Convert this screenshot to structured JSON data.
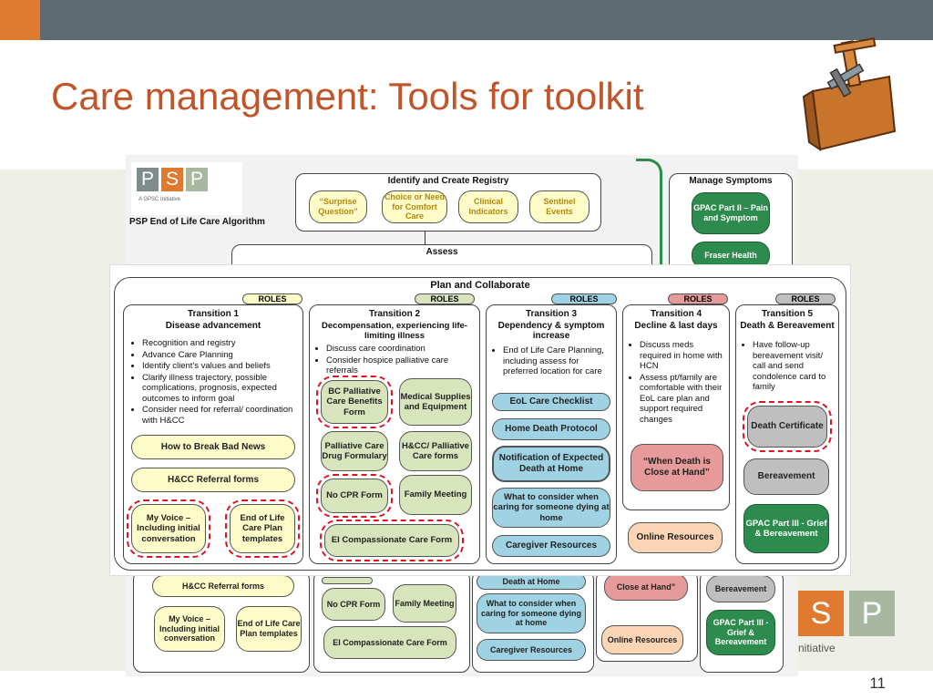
{
  "slide": {
    "title": "Care management: Tools for toolkit",
    "page_number": "11"
  },
  "colors": {
    "accent": "#e07a2f",
    "title": "#c0552a",
    "topbar": "#5f6b72",
    "dash": "#e0141e"
  },
  "logo": {
    "letters": [
      "P",
      "S",
      "P"
    ],
    "tagline": "A GPSC Initiative",
    "algorithm_title": "PSP End of Life Care Algorithm",
    "partial_text": "nitiative"
  },
  "background_diagram": {
    "identify_title": "Identify and Create Registry",
    "identify_items": [
      "“Surprise Question”",
      "Choice or Need for Comfort Care",
      "Clinical Indicators",
      "Sentinel Events"
    ],
    "assess_title": "Assess",
    "manage_title": "Manage Symptoms",
    "manage_items": [
      "GPAC Part II – Pain and Symptom",
      "Fraser Health"
    ],
    "bottom": {
      "hcc": "H&CC Referral forms",
      "voice": "My Voice – Including initial conversation",
      "templates": "End of Life Care Plan templates",
      "nocpr": "No CPR Form",
      "family": "Family Meeting",
      "ei": "EI Compassionate Care Form",
      "death_home": "Death at Home",
      "consider": "What to consider when caring for someone dying at home",
      "caregiver": "Caregiver Resources",
      "close": "Close at Hand”",
      "online": "Online Resources",
      "bereavement": "Bereavement",
      "gpac3": "GPAC Part III - Grief & Bereavement"
    }
  },
  "plan": {
    "title": "Plan and Collaborate",
    "roles_label": "ROLES",
    "t1": {
      "title": "Transition 1",
      "subtitle": "Disease advancement",
      "bullets": [
        "Recognition and registry",
        "Advance Care Planning",
        "Identify client's values and beliefs",
        "Clarify illness trajectory, possible complications, prognosis, expected outcomes to inform goal",
        "Consider need for referral/ coordination with H&CC"
      ],
      "tools": {
        "bad_news": "How to Break Bad News",
        "hcc": "H&CC Referral forms",
        "voice": "My Voice – Including initial conversation",
        "templates": "End of Life Care Plan templates"
      }
    },
    "t2": {
      "title": "Transition 2",
      "subtitle": "Decompensation, experiencing life-limiting illness",
      "bullets": [
        "Discuss care coordination",
        "Consider hospice palliative care referrals"
      ],
      "tools": {
        "bc": "BC Palliative Care Benefits Form",
        "medical": "Medical Supplies and Equipment",
        "formulary": "Palliative Care Drug Formulary",
        "hcc_pc": "H&CC/ Palliative Care forms",
        "nocpr": "No CPR Form",
        "family": "Family Meeting",
        "ei": "EI Compassionate Care Form"
      }
    },
    "t3": {
      "title": "Transition 3",
      "subtitle": "Dependency & symptom increase",
      "bullets": [
        "End of Life Care Planning, including assess for preferred location for care"
      ],
      "tools": {
        "checklist": "EoL Care Checklist",
        "protocol": "Home Death Protocol",
        "notification": "Notification of Expected Death at Home",
        "consider": "What to consider when caring for someone dying at home",
        "caregiver": "Caregiver Resources"
      }
    },
    "t4": {
      "title": "Transition 4",
      "subtitle": "Decline & last days",
      "bullets": [
        "Discuss meds required in home with HCN",
        "Assess pt/family are comfortable with their EoL care plan and support required changes"
      ],
      "tools": {
        "close": "“When Death is Close at Hand”",
        "online": "Online Resources"
      }
    },
    "t5": {
      "title": "Transition 5",
      "subtitle": "Death & Bereavement",
      "bullets": [
        "Have follow-up bereavement visit/ call and send condolence card to family"
      ],
      "tools": {
        "certificate": "Death Certificate",
        "bereavement": "Bereavement",
        "gpac3": "GPAC Part III - Grief & Bereavement"
      }
    }
  }
}
